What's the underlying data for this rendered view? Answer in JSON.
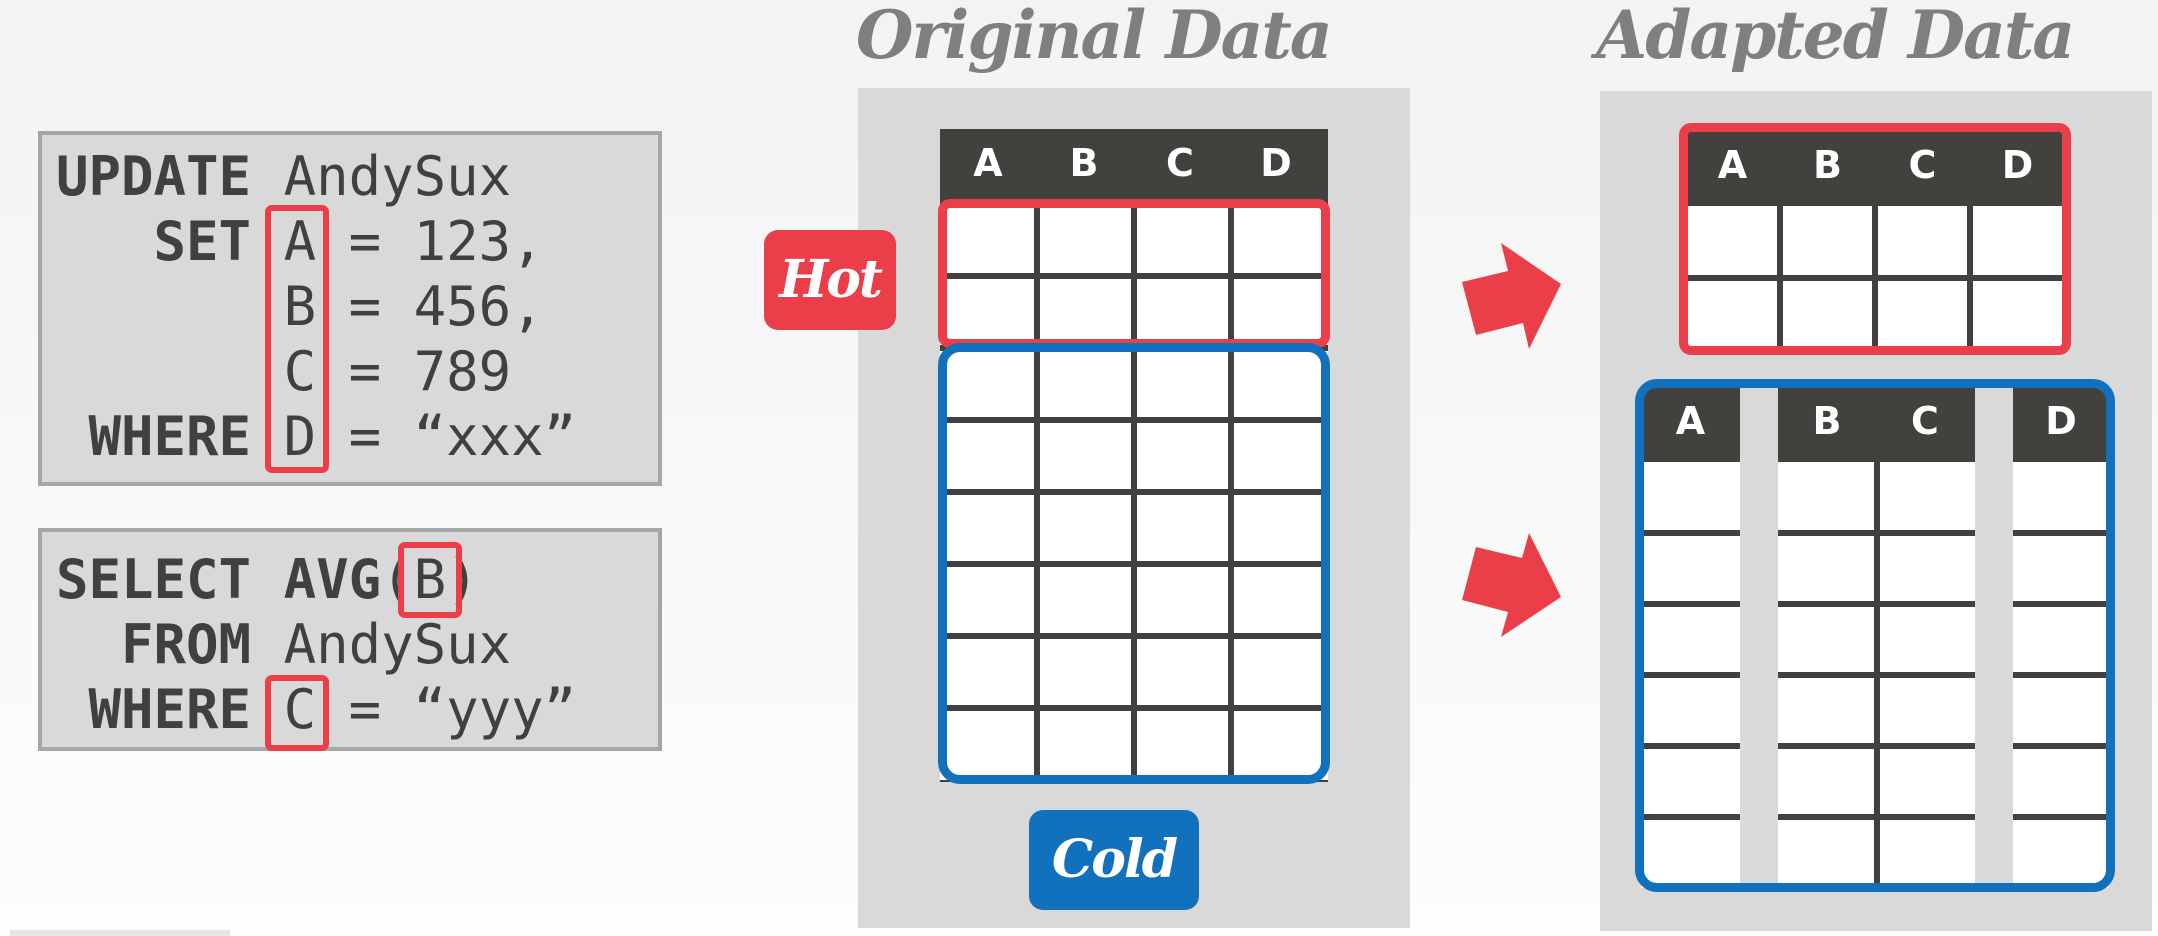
{
  "titles": {
    "original": "Original Data",
    "adapted": "Adapted Data"
  },
  "queries": {
    "update": {
      "lines": [
        {
          "keyword": "UPDATE",
          "rest": " AndySux"
        },
        {
          "keyword": "   SET",
          "rest": " A = 123,"
        },
        {
          "keyword": "      ",
          "rest": " B = 456,"
        },
        {
          "keyword": "      ",
          "rest": " C = 789"
        },
        {
          "keyword": " WHERE",
          "rest": " D = “xxx”"
        }
      ],
      "highlighted_columns": [
        "A",
        "B",
        "C",
        "D"
      ]
    },
    "select": {
      "lines": [
        {
          "keyword": "SELECT AVG",
          "rest": "(B)"
        },
        {
          "keyword": "  FROM",
          "rest": " AndySux"
        },
        {
          "keyword": " WHERE",
          "rest": " C = “yyy”"
        }
      ],
      "highlighted_columns": [
        "B",
        "C"
      ]
    }
  },
  "original_table": {
    "columns": [
      "A",
      "B",
      "C",
      "D"
    ],
    "hot_rows": 2,
    "cold_rows": 6
  },
  "labels": {
    "hot": "Hot",
    "cold": "Cold"
  },
  "adapted_hot_table": {
    "columns": [
      "A",
      "B",
      "C",
      "D"
    ],
    "rows": 2
  },
  "adapted_cold_table": {
    "column_groups": [
      [
        "A"
      ],
      [
        "B",
        "C"
      ],
      [
        "D"
      ]
    ],
    "headers": [
      "A",
      "B",
      "C",
      "D"
    ],
    "rows": 6
  },
  "colors": {
    "hot": "#ea3f48",
    "cold": "#1271bc",
    "header": "#414141",
    "panel": "#d9d9d9",
    "title": "#7f7f7f"
  }
}
